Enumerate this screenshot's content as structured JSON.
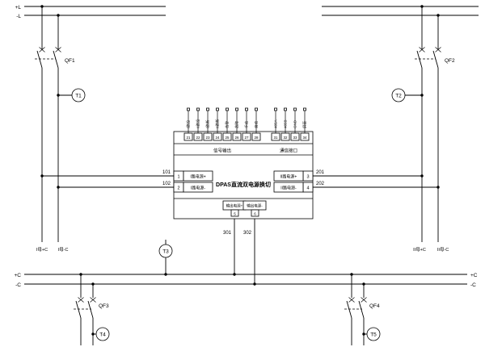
{
  "buses": {
    "top_plus": "+L",
    "top_minus": "-L",
    "ctrl_plus_left": "+C",
    "ctrl_minus_left": "-C",
    "ctrl_plus_right": "+C",
    "ctrl_minus_right": "-C",
    "feeder1_plus": "I母+C",
    "feeder1_minus": "I母-C",
    "feeder2_plus": "II母+C",
    "feeder2_minus": "II母-C"
  },
  "breakers": {
    "qf1": "QF1",
    "qf2": "QF2",
    "qf3": "QF3",
    "qf4": "QF4"
  },
  "transducers": {
    "t1": "T1",
    "t2": "T2",
    "t3": "T3",
    "t4": "T4",
    "t5": "T5"
  },
  "wires": {
    "n101": "101",
    "n102": "102",
    "n201": "201",
    "n202": "202",
    "n301": "301",
    "n302": "302"
  },
  "device": {
    "title": "DPAS直流双电源换切",
    "signal_group": "信号输出",
    "comm_group": "通信接口",
    "signal_terminals": [
      "21",
      "22",
      "23",
      "24",
      "25",
      "26",
      "27",
      "28"
    ],
    "signal_labels": [
      "I路投",
      "II路投",
      "I路断",
      "II路断",
      "告警",
      "故障",
      "手动",
      "自动"
    ],
    "comm_terminals": [
      "31",
      "32",
      "33",
      "34"
    ],
    "comm_labels": [
      "485A",
      "485B",
      "GND",
      "屏蔽"
    ],
    "in1_num": "1",
    "in1_label": "I路电源+",
    "in2_num": "2",
    "in2_label": "I路电源-",
    "in3_num": "3",
    "in3_label": "II路电源+",
    "in4_num": "4",
    "in4_label": "II路电源-",
    "out1_label": "输出电源+",
    "out1_num": "5",
    "out2_label": "输出电源-",
    "out2_num": "6"
  }
}
